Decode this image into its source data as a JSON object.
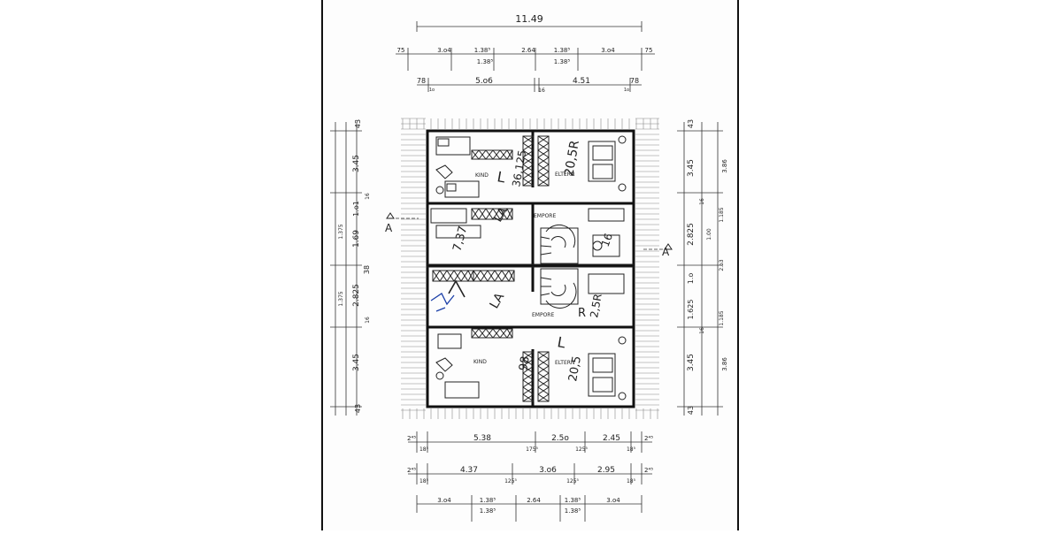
{
  "top_dims": {
    "overall": "11.49",
    "row1": [
      "75",
      "3.o4",
      "1.38⁵",
      "2.64",
      "1.38⁵",
      "3.o4",
      "75"
    ],
    "row1_sub": [
      "1.38⁵",
      "1.38⁵"
    ],
    "row2": [
      "78",
      "5.o6",
      "16",
      "4.51",
      "78"
    ],
    "row2_small": [
      "1o",
      "1o"
    ]
  },
  "bottom_dims": {
    "row1": [
      "2⁴⁵",
      "5.38",
      "2.5o",
      "2.45",
      "2⁴⁵"
    ],
    "row1_sub": [
      "18⁵",
      "175⁵",
      "125⁵",
      "18⁵"
    ],
    "row2": [
      "2⁴⁵",
      "4.37",
      "3.o6",
      "2.95",
      "2⁴⁵"
    ],
    "row2_sub": [
      "18⁵",
      "125⁵",
      "125⁵",
      "18⁵"
    ],
    "row3": [
      "3.o4",
      "1.38⁵",
      "2.64",
      "1.38⁵",
      "3.o4"
    ],
    "row3_sub": [
      "1.38⁵",
      "1.38⁵"
    ]
  },
  "left_dims": [
    "43",
    "3.45",
    "16",
    "1.o1",
    "1.375",
    "1.69",
    "38",
    "1.375",
    "2.825",
    "16",
    "3.45",
    "43"
  ],
  "right_dims": [
    "43",
    "3.45",
    "3.86",
    "16",
    "1.185",
    "2.825",
    "1.00",
    "2.o3",
    "1.o",
    "1.625",
    "1.185",
    "16",
    "3.45",
    "3.86",
    "43"
  ],
  "section_mark": "A",
  "rooms": {
    "kind_top": "KIND",
    "eltern_top": "ELTERN",
    "empore_top": "EMPORE",
    "empore_bottom": "EMPORE",
    "kind_bottom": "KIND",
    "eltern_bottom": "ELTERN"
  },
  "handwritten": {
    "t1": "L",
    "t2": "36,125",
    "t3": "20,5R",
    "t4": "7,37",
    "t5": "LA",
    "t6": "16",
    "t7": "LA",
    "t8": "2,5R",
    "t9": "98",
    "t10": "20,5",
    "t11": "L",
    "t12": "R"
  }
}
